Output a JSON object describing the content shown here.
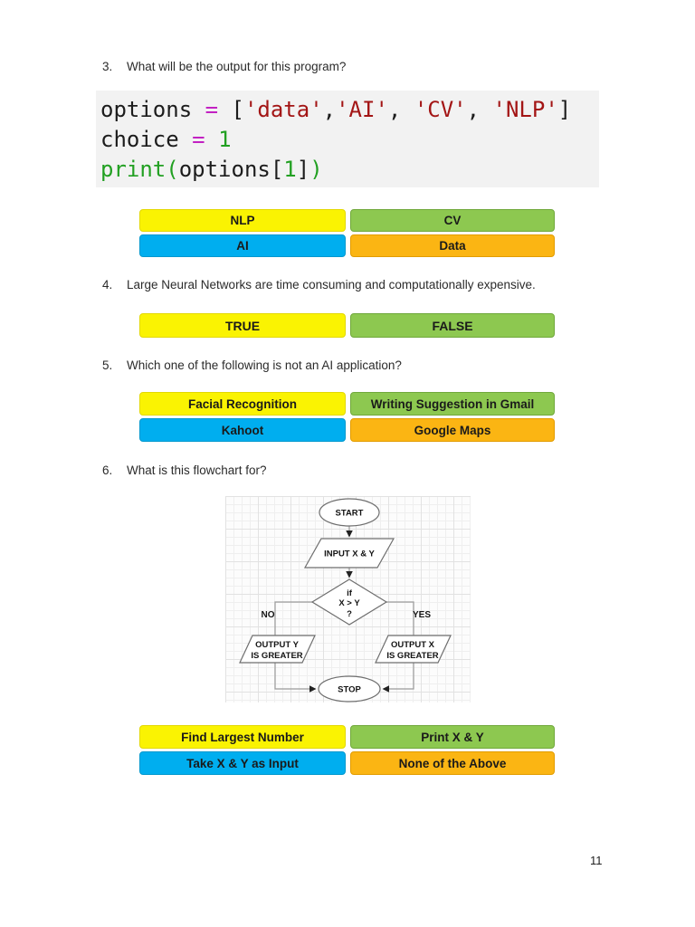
{
  "page": {
    "number": "11"
  },
  "option_colors": {
    "yellow": {
      "bg": "#FAF302",
      "border": "#E3D800"
    },
    "green": {
      "bg": "#8DC850",
      "border": "#70A83B"
    },
    "blue": {
      "bg": "#00AEEF",
      "border": "#0098CE"
    },
    "orange": {
      "bg": "#FBB513",
      "border": "#E29C00"
    }
  },
  "code": {
    "background": "#f2f2f2",
    "token_colors": {
      "id": "#1c1c1c",
      "op": "#c221c2",
      "str": "#a31515",
      "num": "#22a022",
      "fn": "#22a022"
    },
    "lines": [
      [
        {
          "t": "options ",
          "c": "id"
        },
        {
          "t": "=",
          "c": "op"
        },
        {
          "t": " [",
          "c": "id"
        },
        {
          "t": "'data'",
          "c": "str"
        },
        {
          "t": ",",
          "c": "id"
        },
        {
          "t": "'AI'",
          "c": "str"
        },
        {
          "t": ", ",
          "c": "id"
        },
        {
          "t": "'CV'",
          "c": "str"
        },
        {
          "t": ", ",
          "c": "id"
        },
        {
          "t": "'NLP'",
          "c": "str"
        },
        {
          "t": "]",
          "c": "id"
        }
      ],
      [
        {
          "t": "choice ",
          "c": "id"
        },
        {
          "t": "=",
          "c": "op"
        },
        {
          "t": " ",
          "c": "id"
        },
        {
          "t": "1",
          "c": "num"
        }
      ],
      [
        {
          "t": "print",
          "c": "fn"
        },
        {
          "t": "(",
          "c": "fn"
        },
        {
          "t": "options[",
          "c": "id"
        },
        {
          "t": "1",
          "c": "num"
        },
        {
          "t": "]",
          "c": "id"
        },
        {
          "t": ")",
          "c": "fn"
        }
      ]
    ]
  },
  "questions": {
    "q3": {
      "number": "3.",
      "text": "What will be the output for this program?",
      "options": [
        {
          "label": "NLP",
          "color": "yellow"
        },
        {
          "label": "CV",
          "color": "green"
        },
        {
          "label": "AI",
          "color": "blue"
        },
        {
          "label": "Data",
          "color": "orange"
        }
      ]
    },
    "q4": {
      "number": "4.",
      "text": "Large Neural Networks are time consuming and computationally expensive.",
      "options": [
        {
          "label": "TRUE",
          "color": "yellow"
        },
        {
          "label": "FALSE",
          "color": "green"
        }
      ]
    },
    "q5": {
      "number": "5.",
      "text": "Which one of the following is not an AI application?",
      "options": [
        {
          "label": "Facial Recognition",
          "color": "yellow"
        },
        {
          "label": "Writing Suggestion in Gmail",
          "color": "green"
        },
        {
          "label": "Kahoot",
          "color": "blue"
        },
        {
          "label": "Google Maps",
          "color": "orange"
        }
      ]
    },
    "q6": {
      "number": "6.",
      "text": "What is this flowchart for?",
      "options": [
        {
          "label": "Find Largest Number",
          "color": "yellow"
        },
        {
          "label": "Print X & Y",
          "color": "green"
        },
        {
          "label": "Take X & Y as Input",
          "color": "blue"
        },
        {
          "label": "None of the Above",
          "color": "orange"
        }
      ]
    }
  },
  "flowchart": {
    "start": "START",
    "input": "INPUT X & Y",
    "decision_line1": "if",
    "decision_line2": "X > Y",
    "decision_line3": "?",
    "no_label": "NO",
    "yes_label": "YES",
    "output_no_line1": "OUTPUT Y",
    "output_no_line2": "IS GREATER",
    "output_yes_line1": "OUTPUT X",
    "output_yes_line2": "IS GREATER",
    "stop": "STOP"
  }
}
